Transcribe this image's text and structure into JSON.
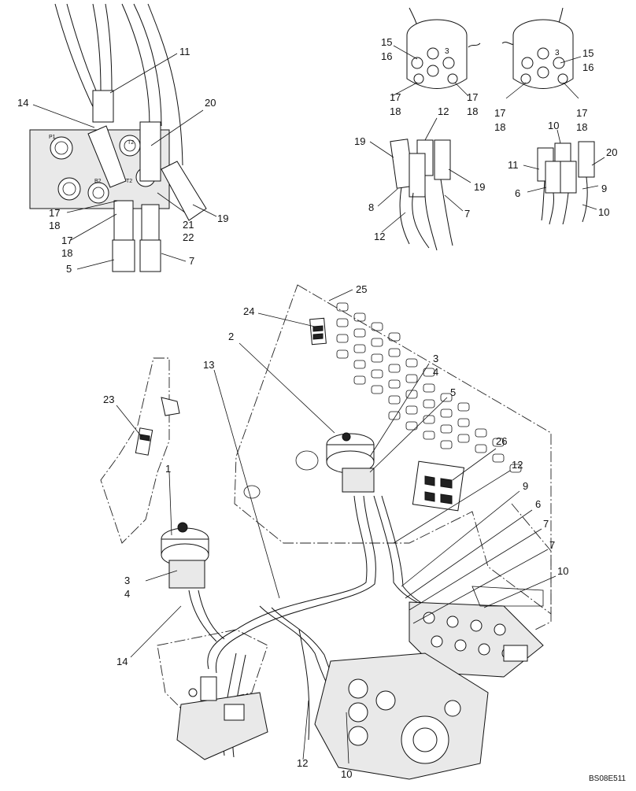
{
  "figure_ref": "BS08E511",
  "detail_left": {
    "port_labels": [
      "P1",
      "T2",
      "B2",
      "T2"
    ],
    "callouts": [
      "11",
      "14",
      "20",
      "17",
      "18",
      "21",
      "22",
      "19",
      "17",
      "18",
      "5",
      "7"
    ]
  },
  "detail_right": {
    "callouts_a": [
      "15",
      "16",
      "17",
      "18",
      "17",
      "18"
    ],
    "callouts_b": [
      "15",
      "16",
      "17",
      "18",
      "17",
      "18"
    ],
    "callouts_c": [
      "12",
      "19",
      "19",
      "8",
      "7",
      "12"
    ],
    "callouts_d": [
      "10",
      "11",
      "20",
      "6",
      "9",
      "10"
    ],
    "valve_mark": "3"
  },
  "main_view": {
    "callouts": [
      "25",
      "24",
      "2",
      "13",
      "3",
      "4",
      "5",
      "23",
      "26",
      "12",
      "1",
      "9",
      "6",
      "7",
      "7",
      "3",
      "4",
      "10",
      "14",
      "12",
      "10"
    ]
  }
}
